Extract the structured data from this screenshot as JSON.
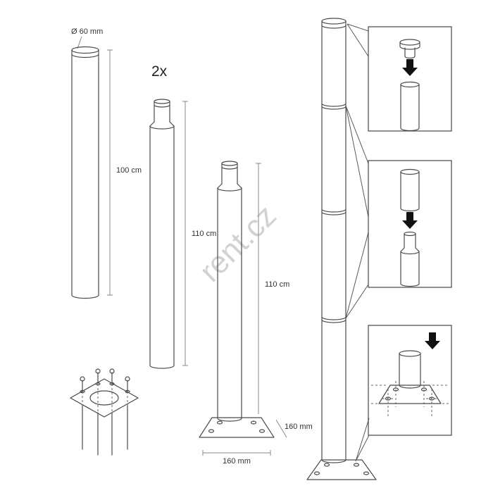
{
  "watermark": "rent.cz",
  "tube_single": {
    "diameter": "Ø 60 mm",
    "length": "100 cm"
  },
  "tube_extension": {
    "quantity": "2x",
    "length": "110 cm"
  },
  "tube_base": {
    "length": "110 cm",
    "base_side": "160 mm",
    "base_front": "160 mm"
  },
  "colors": {
    "line": "#4a4a4a",
    "dimension": "#8a8a8a",
    "arrow": "#111111",
    "text": "#333333",
    "watermark": "#cbcbcb",
    "background": "#ffffff"
  }
}
